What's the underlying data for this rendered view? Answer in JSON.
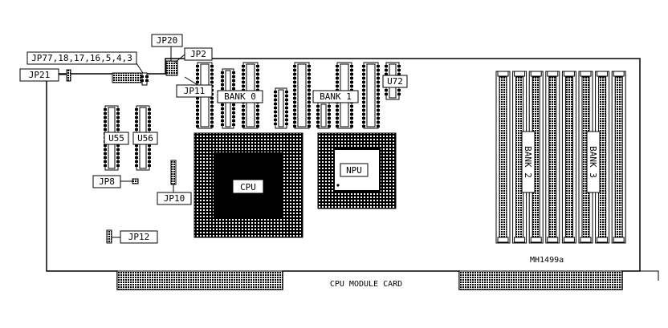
{
  "colors": {
    "ink": "#000000",
    "paper": "#ffffff"
  },
  "labels": {
    "jp77": "JP77,18,17,16,5,4,3",
    "jp20": "JP20",
    "jp2": "JP2",
    "jp21": "JP21",
    "jp11": "JP11",
    "bank0": "BANK 0",
    "bank1": "BANK 1",
    "u72": "U72",
    "u55": "U55",
    "u56": "U56",
    "jp8": "JP8",
    "jp10": "JP10",
    "jp12": "JP12",
    "cpu": "CPU",
    "npu": "NPU",
    "bank2": "BANK 2",
    "bank3": "BANK 3",
    "figure_id": "MH1499a",
    "card_title": "CPU MODULE CARD"
  }
}
